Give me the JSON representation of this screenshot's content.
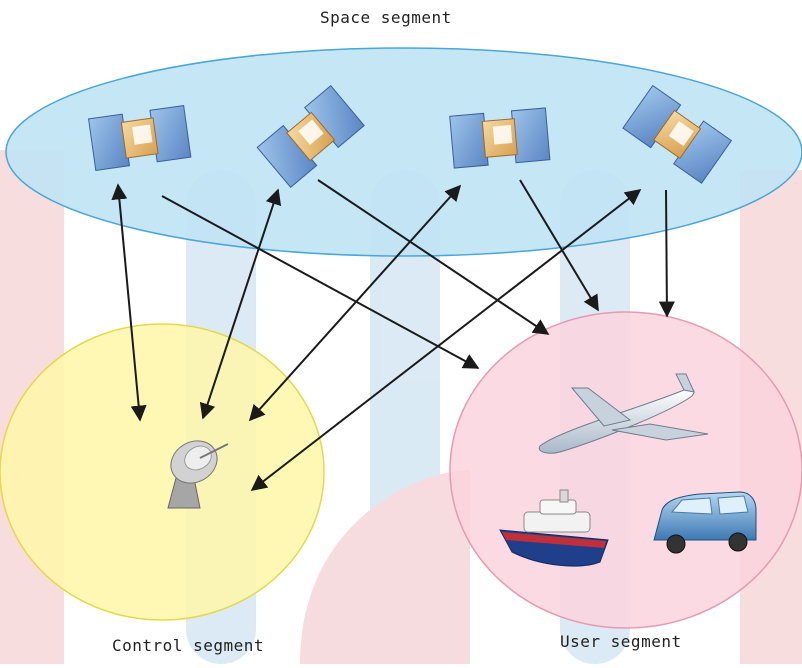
{
  "labels": {
    "space": "Space segment",
    "control": "Control segment",
    "user": "User segment"
  },
  "colors": {
    "space_fill": "#bfe3f4",
    "space_stroke": "#4aa6d6",
    "control_fill": "#fff7a8",
    "control_stroke": "#e6d84a",
    "user_fill": "#fbd3de",
    "user_stroke": "#e69ab0",
    "arrow": "#1a1a1a",
    "watermark_red": "#f7d9dc",
    "watermark_blue": "#d7e8f3"
  },
  "icons": {
    "satellites": [
      "satellite-icon",
      "satellite-icon",
      "satellite-icon",
      "satellite-icon"
    ],
    "ground": "satellite-dish-icon",
    "users": [
      "airplane-icon",
      "ship-icon",
      "car-icon"
    ]
  }
}
